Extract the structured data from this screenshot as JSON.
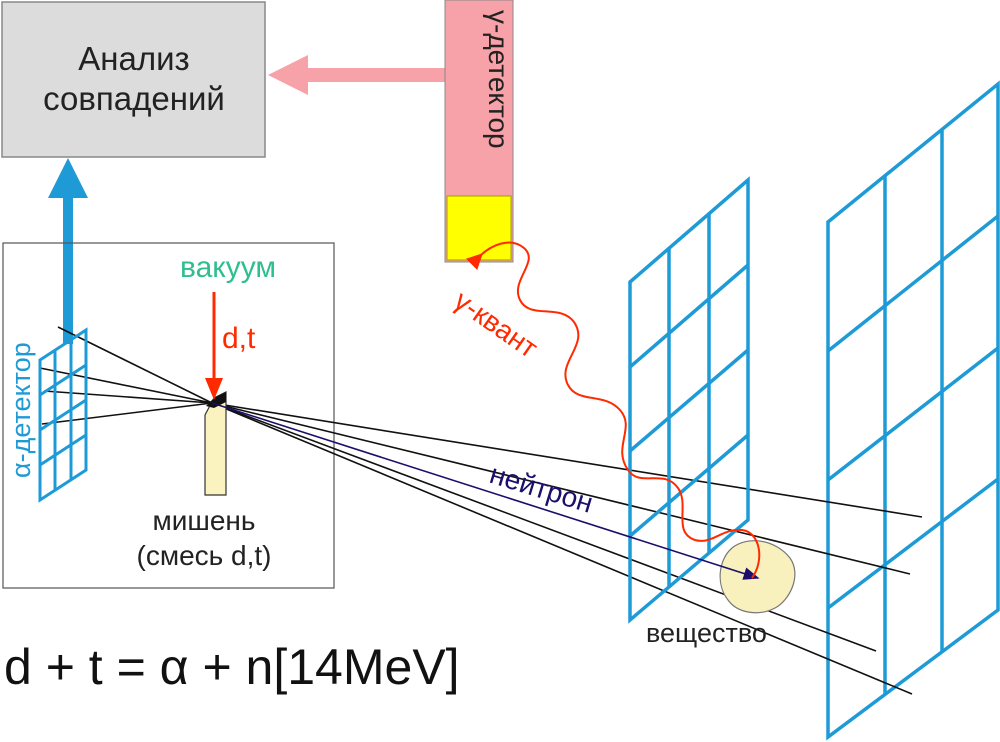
{
  "coincidence_box": {
    "line1": "Анализ",
    "line2": "совпадений"
  },
  "gamma_detector": {
    "label": "γ-детектор"
  },
  "alpha_detector": {
    "label": "α-детектор"
  },
  "vacuum_label": "вакуум",
  "beam_label": "d,t",
  "target": {
    "line1": "мишень",
    "line2": "(смесь d,t)"
  },
  "gamma_quantum_label": "γ-квант",
  "neutron_label": "нейтрон",
  "substance_label": "вещество",
  "equation": "d + t = α + n[14MeV]",
  "colors": {
    "detector_grid": "#1e9bd7",
    "gamma_detector": "#f7a1a8",
    "scintillator": "#ffff00",
    "target_fill": "#faf3c0",
    "coincidence_box": "#dcdcdc",
    "arrow_pink": "#f7a1a8",
    "arrow_blue": "#1e9bd7",
    "gamma_wave": "#ff2a00",
    "neutron": "#1b0f6b",
    "vacuum_text": "#2fbf8f",
    "substance_fill": "#f8f0bd"
  }
}
